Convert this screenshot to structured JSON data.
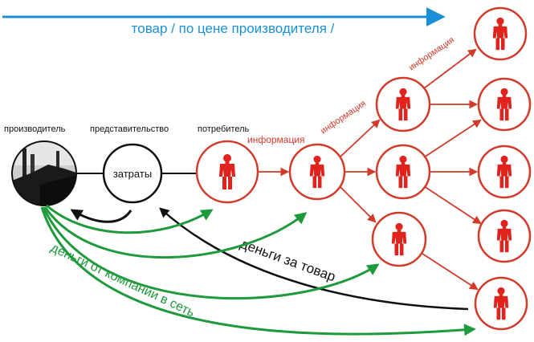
{
  "top_arrow": {
    "label": "товар / по цене производителя /",
    "color": "#1a8fd6"
  },
  "headers": {
    "producer": "производитель",
    "representative": "представительство",
    "consumer": "потребитель"
  },
  "nodes": {
    "producer": {
      "icon": "factory-icon"
    },
    "representative": {
      "label": "затраты"
    },
    "person_icon": "person-icon"
  },
  "info_labels": [
    "информация",
    "информация",
    "информация"
  ],
  "money_for_goods": {
    "label": "деньги за товар",
    "color": "#111111"
  },
  "company_money": {
    "label": "деньги от компании в сеть",
    "color": "#1e9a3c"
  },
  "colors": {
    "network_red": "#d23a2a",
    "person_red": "#e0231c"
  }
}
